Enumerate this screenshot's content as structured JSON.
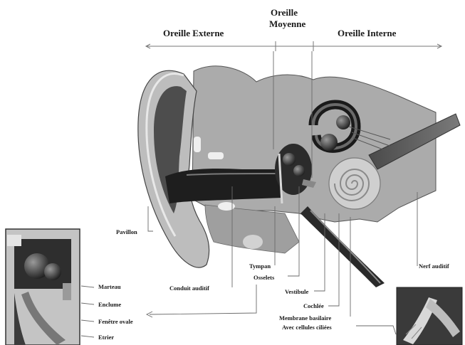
{
  "sections": {
    "external": "Oreille Externe",
    "middle_line1": "Oreille",
    "middle_line2": "Moyenne",
    "internal": "Oreille Interne"
  },
  "labels": {
    "pavillon": "Pavillon",
    "conduit": "Conduit auditif",
    "tympan": "Tympan",
    "osselets": "Osselets",
    "vestibule": "Vestibule",
    "cochlee": "Cochlée",
    "membrane1": "Membrane basilaire",
    "membrane2": "Avec cellules ciliées",
    "nerf": "Nerf auditif",
    "marteau": "Marteau",
    "enclume": "Enclume",
    "fenetre": "Fenêtre ovale",
    "etrier": "Etrier"
  },
  "colors": {
    "bone": "#a9a9a9",
    "dark": "#2b2b2b",
    "light": "#e2e2e2",
    "line": "#555555"
  }
}
